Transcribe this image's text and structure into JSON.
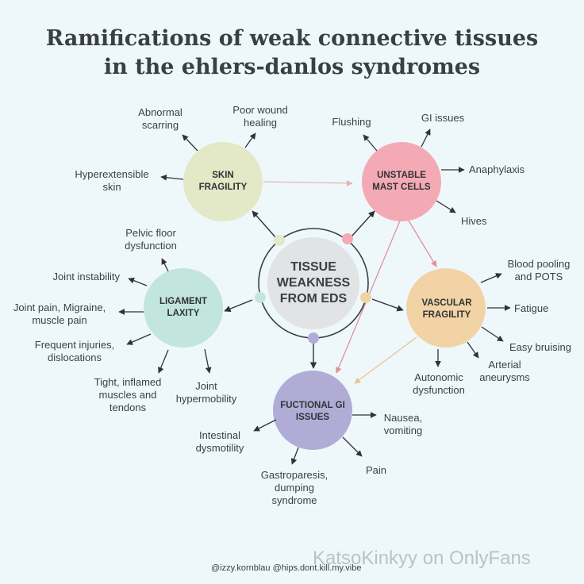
{
  "title": {
    "line1": "Ramifications of weak connective tissues",
    "line2": "in the ehlers-danlos syndromes"
  },
  "center": {
    "line1": "TISSUE",
    "line2": "WEAKNESS",
    "line3": "FROM EDS"
  },
  "nodes": {
    "skin": {
      "line1": "SKIN",
      "line2": "FRAGILITY",
      "color": "#e3e8c6"
    },
    "mast": {
      "line1": "UNSTABLE",
      "line2": "MAST CELLS",
      "color": "#f4aab4"
    },
    "ligament": {
      "line1": "LIGAMENT",
      "line2": "LAXITY",
      "color": "#c2e5de"
    },
    "vascular": {
      "line1": "VASCULAR",
      "line2": "FRAGILITY",
      "color": "#f1d3a6"
    },
    "gi": {
      "line1": "FUCTIONAL GI",
      "line2": "ISSUES",
      "color": "#b1acd6"
    }
  },
  "labels": {
    "abnormal_scarring": {
      "l1": "Abnormal",
      "l2": "scarring"
    },
    "poor_wound_healing": {
      "l1": "Poor wound",
      "l2": "healing"
    },
    "hyperextensible_skin": {
      "l1": "Hyperextensible",
      "l2": "skin"
    },
    "flushing": {
      "l1": "Flushing"
    },
    "gi_issues": {
      "l1": "GI issues"
    },
    "anaphylaxis": {
      "l1": "Anaphylaxis"
    },
    "hives": {
      "l1": "Hives"
    },
    "pelvic_floor": {
      "l1": "Pelvic floor",
      "l2": "dysfunction"
    },
    "joint_instability": {
      "l1": "Joint instability"
    },
    "joint_pain": {
      "l1": "Joint pain, Migraine,",
      "l2": "muscle pain"
    },
    "frequent_injuries": {
      "l1": "Frequent injuries,",
      "l2": "dislocations"
    },
    "tight_muscles": {
      "l1": "Tight, inflamed",
      "l2": "muscles and",
      "l3": "tendons"
    },
    "joint_hypermobility": {
      "l1": "Joint",
      "l2": "hypermobility"
    },
    "blood_pooling": {
      "l1": "Blood pooling",
      "l2": "and POTS"
    },
    "fatigue": {
      "l1": "Fatigue"
    },
    "easy_bruising": {
      "l1": "Easy bruising"
    },
    "arterial_aneurysms": {
      "l1": "Arterial",
      "l2": "aneurysms"
    },
    "autonomic_dysfunction": {
      "l1": "Autonomic",
      "l2": "dysfunction"
    },
    "nausea": {
      "l1": "Nausea,",
      "l2": "vomiting"
    },
    "intestinal_dysmotility": {
      "l1": "Intestinal",
      "l2": "dysmotility"
    },
    "pain": {
      "l1": "Pain"
    },
    "gastroparesis": {
      "l1": "Gastroparesis,",
      "l2": "dumping",
      "l3": "syndrome"
    }
  },
  "credits": "@izzy.kornblau   @hips.dont.kill.my.vibe",
  "watermark": "KatsoKinkyy on OnlyFans",
  "colors": {
    "background": "#eef8fb",
    "text": "#3a3f44",
    "arrow": "#2f3337",
    "ring": "#3a3f44",
    "center_fill": "#e1e3e5",
    "dot_green": "#e3e8c6",
    "dot_pink": "#f4aab4",
    "dot_teal": "#c2e5de",
    "dot_orange": "#f1d3a6",
    "dot_purple": "#b1acd6"
  }
}
